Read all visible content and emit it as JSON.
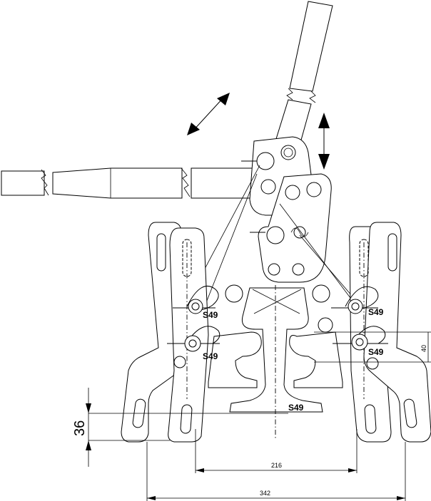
{
  "labels": {
    "rail_center": "S49",
    "clip_left_upper": "S49",
    "clip_left_lower": "S49",
    "clip_right_upper": "S49",
    "clip_right_lower": "S49"
  },
  "dimensions": {
    "inner_width": "216",
    "outer_width": "342",
    "vertical_offset": "36",
    "right_height": "40"
  }
}
